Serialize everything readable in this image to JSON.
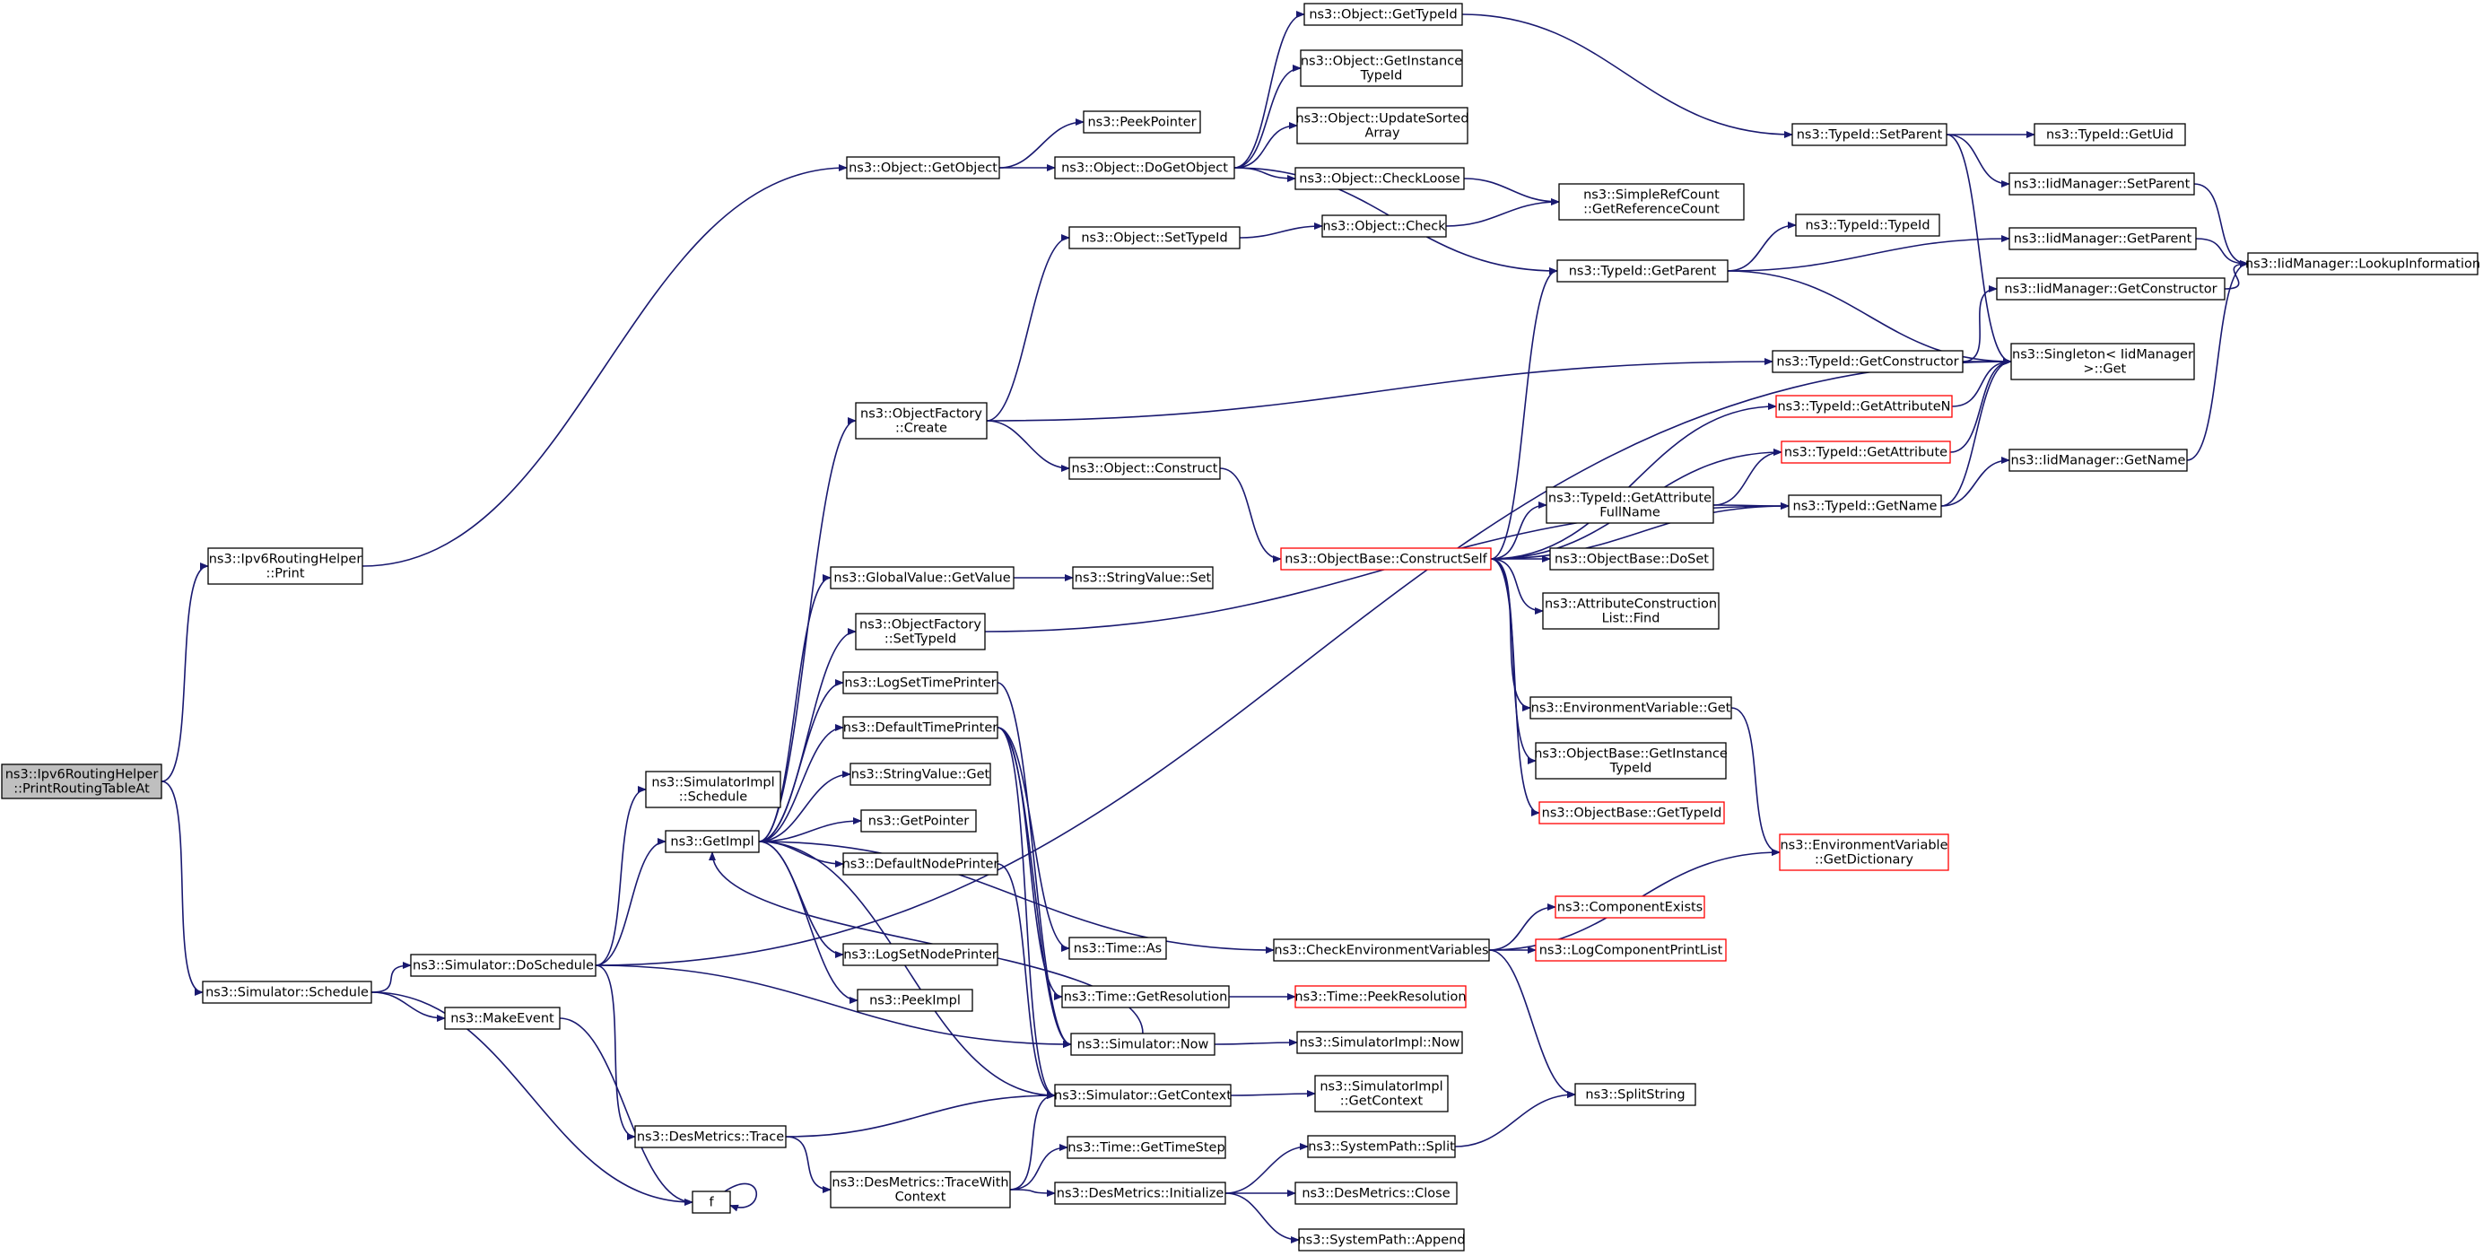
{
  "graph": {
    "root": "n_root",
    "colors": {
      "edge": "#191970",
      "node_border": "#000000",
      "truncated_border": "#ff0000",
      "root_fill": "#bfbfbf"
    },
    "nodes": [
      {
        "id": "n_root",
        "lines": [
          "ns3::Ipv6RoutingHelper",
          "::PrintRoutingTableAt"
        ],
        "style": "root"
      },
      {
        "id": "n_print",
        "lines": [
          "ns3::Ipv6RoutingHelper",
          "::Print"
        ]
      },
      {
        "id": "n_schedule",
        "lines": [
          "ns3::Simulator::Schedule"
        ]
      },
      {
        "id": "n_getobject",
        "lines": [
          "ns3::Object::GetObject"
        ]
      },
      {
        "id": "n_doschedule",
        "lines": [
          "ns3::Simulator::DoSchedule"
        ]
      },
      {
        "id": "n_makeevent",
        "lines": [
          "ns3::MakeEvent"
        ]
      },
      {
        "id": "n_f",
        "lines": [
          "f"
        ]
      },
      {
        "id": "n_peekpointer",
        "lines": [
          "ns3::PeekPointer"
        ]
      },
      {
        "id": "n_dogetobject",
        "lines": [
          "ns3::Object::DoGetObject"
        ]
      },
      {
        "id": "n_gettypeid",
        "lines": [
          "ns3::Object::GetTypeId"
        ]
      },
      {
        "id": "n_getinstancetypeid",
        "lines": [
          "ns3::Object::GetInstance",
          "TypeId"
        ]
      },
      {
        "id": "n_updatesorted",
        "lines": [
          "ns3::Object::UpdateSorted",
          "Array"
        ]
      },
      {
        "id": "n_checkloose",
        "lines": [
          "ns3::Object::CheckLoose"
        ]
      },
      {
        "id": "n_simplerefcount",
        "lines": [
          "ns3::SimpleRefCount",
          "::GetReferenceCount"
        ]
      },
      {
        "id": "n_settypeid",
        "lines": [
          "ns3::Object::SetTypeId"
        ]
      },
      {
        "id": "n_check",
        "lines": [
          "ns3::Object::Check"
        ]
      },
      {
        "id": "n_tid_setparent",
        "lines": [
          "ns3::TypeId::SetParent"
        ]
      },
      {
        "id": "n_tid_getuid",
        "lines": [
          "ns3::TypeId::GetUid"
        ]
      },
      {
        "id": "n_iid_setparent",
        "lines": [
          "ns3::IidManager::SetParent"
        ]
      },
      {
        "id": "n_iid_getparent",
        "lines": [
          "ns3::IidManager::GetParent"
        ]
      },
      {
        "id": "n_iid_lookup",
        "lines": [
          "ns3::IidManager::LookupInformation"
        ]
      },
      {
        "id": "n_tid_getparent",
        "lines": [
          "ns3::TypeId::GetParent"
        ]
      },
      {
        "id": "n_tid_typeid",
        "lines": [
          "ns3::TypeId::TypeId"
        ]
      },
      {
        "id": "n_iid_getconstructor",
        "lines": [
          "ns3::IidManager::GetConstructor"
        ]
      },
      {
        "id": "n_tid_getconstructor",
        "lines": [
          "ns3::TypeId::GetConstructor"
        ]
      },
      {
        "id": "n_singleton",
        "lines": [
          "ns3::Singleton< IidManager",
          " >::Get"
        ]
      },
      {
        "id": "n_objfactory_create",
        "lines": [
          "ns3::ObjectFactory",
          "::Create"
        ]
      },
      {
        "id": "n_tid_getattrn",
        "lines": [
          "ns3::TypeId::GetAttributeN"
        ],
        "style": "red"
      },
      {
        "id": "n_object_construct",
        "lines": [
          "ns3::Object::Construct"
        ]
      },
      {
        "id": "n_tid_getattr",
        "lines": [
          "ns3::TypeId::GetAttribute"
        ],
        "style": "red"
      },
      {
        "id": "n_iid_getname",
        "lines": [
          "ns3::IidManager::GetName"
        ]
      },
      {
        "id": "n_tid_getattrfull",
        "lines": [
          "ns3::TypeId::GetAttribute",
          "FullName"
        ]
      },
      {
        "id": "n_tid_getname",
        "lines": [
          "ns3::TypeId::GetName"
        ]
      },
      {
        "id": "n_constructself",
        "lines": [
          "ns3::ObjectBase::ConstructSelf"
        ],
        "style": "red"
      },
      {
        "id": "n_doset",
        "lines": [
          "ns3::ObjectBase::DoSet"
        ]
      },
      {
        "id": "n_globalvalue",
        "lines": [
          "ns3::GlobalValue::GetValue"
        ]
      },
      {
        "id": "n_stringvalue_set",
        "lines": [
          "ns3::StringValue::Set"
        ]
      },
      {
        "id": "n_attrconstruct",
        "lines": [
          "ns3::AttributeConstruction",
          "List::Find"
        ]
      },
      {
        "id": "n_objfactory_settypeid",
        "lines": [
          "ns3::ObjectFactory",
          "::SetTypeId"
        ]
      },
      {
        "id": "n_logsettimeprinter",
        "lines": [
          "ns3::LogSetTimePrinter"
        ]
      },
      {
        "id": "n_envvar_get",
        "lines": [
          "ns3::EnvironmentVariable::Get"
        ]
      },
      {
        "id": "n_defaulttimeprinter",
        "lines": [
          "ns3::DefaultTimePrinter"
        ]
      },
      {
        "id": "n_objbase_getinstance",
        "lines": [
          "ns3::ObjectBase::GetInstance",
          "TypeId"
        ]
      },
      {
        "id": "n_simimpl_schedule",
        "lines": [
          "ns3::SimulatorImpl",
          "::Schedule"
        ]
      },
      {
        "id": "n_stringvalue_get",
        "lines": [
          "ns3::StringValue::Get"
        ]
      },
      {
        "id": "n_objbase_gettypeid",
        "lines": [
          "ns3::ObjectBase::GetTypeId"
        ],
        "style": "red"
      },
      {
        "id": "n_getimpl",
        "lines": [
          "ns3::GetImpl"
        ]
      },
      {
        "id": "n_getpointer",
        "lines": [
          "ns3::GetPointer"
        ]
      },
      {
        "id": "n_envvar_dict",
        "lines": [
          "ns3::EnvironmentVariable",
          "::GetDictionary"
        ],
        "style": "red"
      },
      {
        "id": "n_defaultnodeprinter",
        "lines": [
          "ns3::DefaultNodePrinter"
        ]
      },
      {
        "id": "n_componentexists",
        "lines": [
          "ns3::ComponentExists"
        ],
        "style": "red"
      },
      {
        "id": "n_time_as",
        "lines": [
          "ns3::Time::As"
        ]
      },
      {
        "id": "n_checkenv",
        "lines": [
          "ns3::CheckEnvironmentVariables"
        ]
      },
      {
        "id": "n_logcomponentprint",
        "lines": [
          "ns3::LogComponentPrintList"
        ],
        "style": "red"
      },
      {
        "id": "n_logsetnodeprinter",
        "lines": [
          "ns3::LogSetNodePrinter"
        ]
      },
      {
        "id": "n_peekimpl",
        "lines": [
          "ns3::PeekImpl"
        ]
      },
      {
        "id": "n_time_getres",
        "lines": [
          "ns3::Time::GetResolution"
        ]
      },
      {
        "id": "n_time_peekres",
        "lines": [
          "ns3::Time::PeekResolution"
        ],
        "style": "red"
      },
      {
        "id": "n_sim_now",
        "lines": [
          "ns3::Simulator::Now"
        ]
      },
      {
        "id": "n_simimpl_now",
        "lines": [
          "ns3::SimulatorImpl::Now"
        ]
      },
      {
        "id": "n_sim_getcontext",
        "lines": [
          "ns3::Simulator::GetContext"
        ]
      },
      {
        "id": "n_simimpl_getcontext",
        "lines": [
          "ns3::SimulatorImpl",
          "::GetContext"
        ]
      },
      {
        "id": "n_splitstring",
        "lines": [
          "ns3::SplitString"
        ]
      },
      {
        "id": "n_desmetrics_trace",
        "lines": [
          "ns3::DesMetrics::Trace"
        ]
      },
      {
        "id": "n_systempath_split",
        "lines": [
          "ns3::SystemPath::Split"
        ]
      },
      {
        "id": "n_time_gettimestep",
        "lines": [
          "ns3::Time::GetTimeStep"
        ]
      },
      {
        "id": "n_desmetrics_tracewith",
        "lines": [
          "ns3::DesMetrics::TraceWith",
          "Context"
        ]
      },
      {
        "id": "n_desmetrics_init",
        "lines": [
          "ns3::DesMetrics::Initialize"
        ]
      },
      {
        "id": "n_desmetrics_close",
        "lines": [
          "ns3::DesMetrics::Close"
        ]
      },
      {
        "id": "n_systempath_append",
        "lines": [
          "ns3::SystemPath::Append"
        ]
      }
    ],
    "edges": [
      [
        "n_root",
        "n_print"
      ],
      [
        "n_root",
        "n_schedule"
      ],
      [
        "n_print",
        "n_getobject"
      ],
      [
        "n_getobject",
        "n_peekpointer"
      ],
      [
        "n_getobject",
        "n_dogetobject"
      ],
      [
        "n_dogetobject",
        "n_gettypeid"
      ],
      [
        "n_dogetobject",
        "n_getinstancetypeid"
      ],
      [
        "n_dogetobject",
        "n_updatesorted"
      ],
      [
        "n_dogetobject",
        "n_checkloose"
      ],
      [
        "n_dogetobject",
        "n_tid_getparent"
      ],
      [
        "n_gettypeid",
        "n_tid_setparent"
      ],
      [
        "n_checkloose",
        "n_simplerefcount"
      ],
      [
        "n_check",
        "n_simplerefcount"
      ],
      [
        "n_settypeid",
        "n_check"
      ],
      [
        "n_tid_setparent",
        "n_tid_getuid"
      ],
      [
        "n_tid_setparent",
        "n_iid_setparent"
      ],
      [
        "n_tid_setparent",
        "n_singleton"
      ],
      [
        "n_iid_setparent",
        "n_iid_lookup"
      ],
      [
        "n_iid_getparent",
        "n_iid_lookup"
      ],
      [
        "n_iid_getconstructor",
        "n_iid_lookup"
      ],
      [
        "n_iid_getname",
        "n_iid_lookup"
      ],
      [
        "n_tid_getparent",
        "n_iid_getparent"
      ],
      [
        "n_tid_getparent",
        "n_tid_typeid"
      ],
      [
        "n_tid_getparent",
        "n_singleton"
      ],
      [
        "n_tid_getconstructor",
        "n_iid_getconstructor"
      ],
      [
        "n_tid_getconstructor",
        "n_singleton"
      ],
      [
        "n_tid_getattrn",
        "n_singleton"
      ],
      [
        "n_tid_getattr",
        "n_singleton"
      ],
      [
        "n_tid_getname",
        "n_singleton"
      ],
      [
        "n_tid_getname",
        "n_iid_getname"
      ],
      [
        "n_tid_getattrfull",
        "n_tid_getattr"
      ],
      [
        "n_tid_getattrfull",
        "n_tid_getname"
      ],
      [
        "n_objfactory_create",
        "n_settypeid"
      ],
      [
        "n_objfactory_create",
        "n_tid_getconstructor"
      ],
      [
        "n_objfactory_create",
        "n_object_construct"
      ],
      [
        "n_object_construct",
        "n_constructself"
      ],
      [
        "n_constructself",
        "n_tid_getparent"
      ],
      [
        "n_constructself",
        "n_tid_getattrn"
      ],
      [
        "n_constructself",
        "n_tid_getattr"
      ],
      [
        "n_constructself",
        "n_tid_getattrfull"
      ],
      [
        "n_constructself",
        "n_tid_getname"
      ],
      [
        "n_constructself",
        "n_doset"
      ],
      [
        "n_constructself",
        "n_attrconstruct"
      ],
      [
        "n_constructself",
        "n_envvar_get"
      ],
      [
        "n_constructself",
        "n_objbase_getinstance"
      ],
      [
        "n_constructself",
        "n_objbase_gettypeid"
      ],
      [
        "n_envvar_get",
        "n_envvar_dict"
      ],
      [
        "n_globalvalue",
        "n_stringvalue_set"
      ],
      [
        "n_objfactory_settypeid",
        "n_tid_getname"
      ],
      [
        "n_schedule",
        "n_doschedule"
      ],
      [
        "n_schedule",
        "n_makeevent"
      ],
      [
        "n_schedule",
        "n_f"
      ],
      [
        "n_makeevent",
        "n_f"
      ],
      [
        "n_f",
        "n_f"
      ],
      [
        "n_doschedule",
        "n_singleton"
      ],
      [
        "n_doschedule",
        "n_simimpl_schedule"
      ],
      [
        "n_doschedule",
        "n_getimpl"
      ],
      [
        "n_doschedule",
        "n_sim_now"
      ],
      [
        "n_doschedule",
        "n_desmetrics_trace"
      ],
      [
        "n_getimpl",
        "n_objfactory_create"
      ],
      [
        "n_getimpl",
        "n_globalvalue"
      ],
      [
        "n_getimpl",
        "n_objfactory_settypeid"
      ],
      [
        "n_getimpl",
        "n_logsettimeprinter"
      ],
      [
        "n_getimpl",
        "n_defaulttimeprinter"
      ],
      [
        "n_getimpl",
        "n_stringvalue_get"
      ],
      [
        "n_getimpl",
        "n_getpointer"
      ],
      [
        "n_getimpl",
        "n_defaultnodeprinter"
      ],
      [
        "n_getimpl",
        "n_logsetnodeprinter"
      ],
      [
        "n_getimpl",
        "n_peekimpl"
      ],
      [
        "n_getimpl",
        "n_sim_getcontext"
      ],
      [
        "n_getimpl",
        "n_checkenv"
      ],
      [
        "n_sim_now",
        "n_getimpl"
      ],
      [
        "n_sim_now",
        "n_simimpl_now"
      ],
      [
        "n_logsettimeprinter",
        "n_sim_now"
      ],
      [
        "n_defaulttimeprinter",
        "n_time_as"
      ],
      [
        "n_defaulttimeprinter",
        "n_time_getres"
      ],
      [
        "n_defaulttimeprinter",
        "n_sim_now"
      ],
      [
        "n_defaulttimeprinter",
        "n_sim_getcontext"
      ],
      [
        "n_defaultnodeprinter",
        "n_sim_getcontext"
      ],
      [
        "n_time_getres",
        "n_time_peekres"
      ],
      [
        "n_checkenv",
        "n_componentexists"
      ],
      [
        "n_checkenv",
        "n_logcomponentprint"
      ],
      [
        "n_checkenv",
        "n_envvar_dict"
      ],
      [
        "n_checkenv",
        "n_splitstring"
      ],
      [
        "n_sim_getcontext",
        "n_simimpl_getcontext"
      ],
      [
        "n_desmetrics_trace",
        "n_sim_getcontext"
      ],
      [
        "n_desmetrics_trace",
        "n_desmetrics_tracewith"
      ],
      [
        "n_desmetrics_tracewith",
        "n_sim_getcontext"
      ],
      [
        "n_desmetrics_tracewith",
        "n_time_gettimestep"
      ],
      [
        "n_desmetrics_tracewith",
        "n_desmetrics_init"
      ],
      [
        "n_desmetrics_init",
        "n_systempath_split"
      ],
      [
        "n_desmetrics_init",
        "n_desmetrics_close"
      ],
      [
        "n_desmetrics_init",
        "n_systempath_append"
      ],
      [
        "n_systempath_split",
        "n_splitstring"
      ]
    ]
  }
}
